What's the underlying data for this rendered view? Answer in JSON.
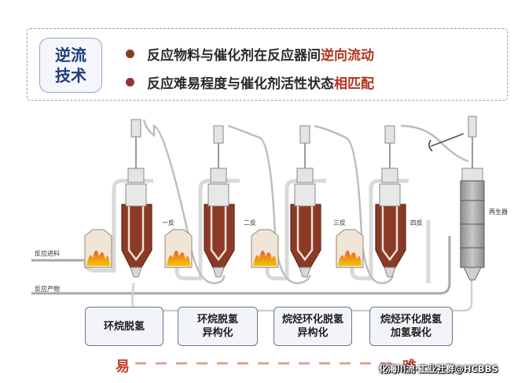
{
  "header": {
    "badge_line1": "逆流",
    "badge_line2": "技术",
    "bullets": [
      {
        "plain": "反应物料与催化剂在反应器间",
        "highlight": "逆向流动"
      },
      {
        "plain": "反应难易程度与催化剂活性状态",
        "highlight": "相匹配"
      }
    ]
  },
  "labels": {
    "feed": "反应进料",
    "product": "反应产物",
    "reactors": [
      "一反",
      "二反",
      "三反",
      "四反"
    ],
    "regenerator": "再生器"
  },
  "steps": [
    {
      "line1": "环烷脱氢",
      "line2": ""
    },
    {
      "line1": "环烷脱氢",
      "line2": "异构化"
    },
    {
      "line1": "烷烃环化脱氢",
      "line2": "异构化"
    },
    {
      "line1": "烷烃环化脱氢",
      "line2": "加氢裂化"
    }
  ],
  "scale": {
    "easy": "易",
    "hard": "难"
  },
  "watermark": "化海川流·工业社群@HCBBS",
  "colors": {
    "reactor": "#8b3a25",
    "accent": "#c2412a",
    "pipe": "#b8b8b8"
  }
}
